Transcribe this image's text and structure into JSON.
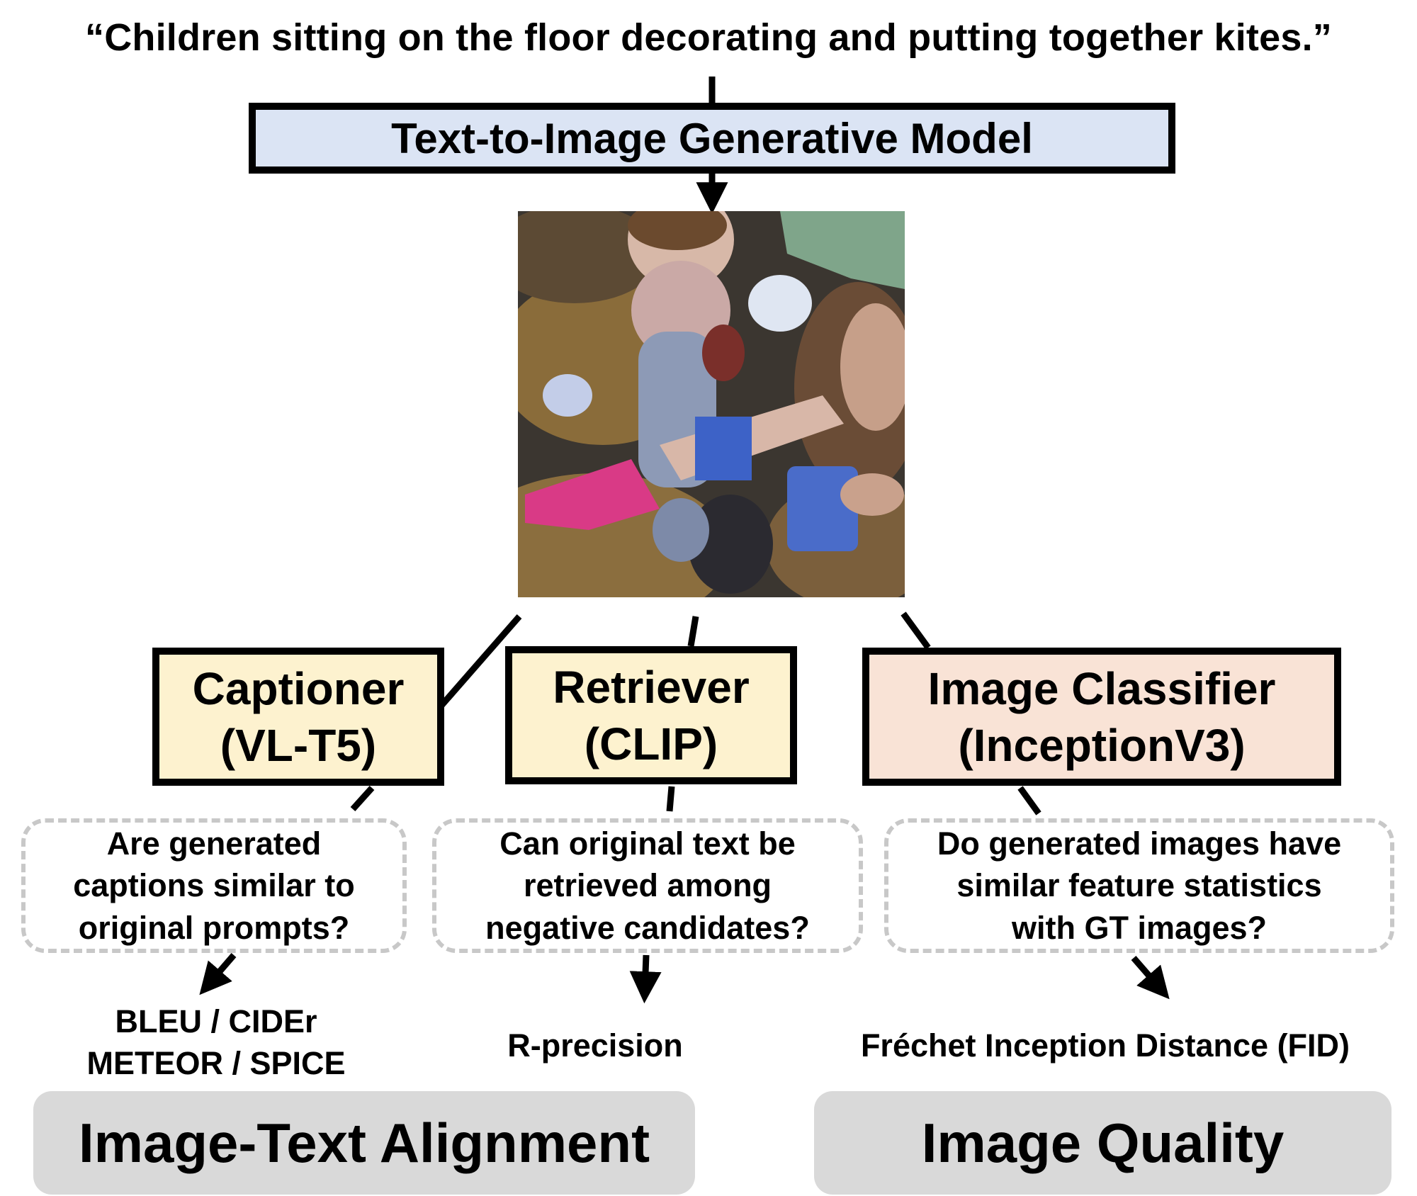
{
  "prompt": "“Children sitting on the floor decorating and putting together kites.”",
  "model_box": "Text-to-Image Generative Model",
  "evaluators": [
    {
      "line1": "Captioner",
      "line2": "(VL-T5)",
      "color": "#fdf2cf"
    },
    {
      "line1": "Retriever",
      "line2": "(CLIP)",
      "color": "#fdf2cf"
    },
    {
      "line1": "Image Classifier",
      "line2": "(InceptionV3)",
      "color": "#f9e3d6"
    }
  ],
  "questions": [
    {
      "lines": [
        "Are generated",
        "captions similar to",
        "original prompts?"
      ]
    },
    {
      "lines": [
        "Can original text be",
        "retrieved among",
        "negative candidates?"
      ]
    },
    {
      "lines": [
        "Do generated images have",
        "similar feature statistics",
        "with GT images?"
      ]
    }
  ],
  "metrics": [
    {
      "lines": [
        "BLEU / CIDEr",
        "METEOR / SPICE"
      ]
    },
    {
      "lines": [
        "R-precision"
      ]
    },
    {
      "lines": [
        "Fréchet Inception Distance (FID)"
      ]
    }
  ],
  "categories": [
    "Image-Text Alignment",
    "Image Quality"
  ],
  "colors": {
    "model_box": "#dbe4f4",
    "dashed_border": "#c8c8c8",
    "category_bg": "#d9d9d9"
  }
}
